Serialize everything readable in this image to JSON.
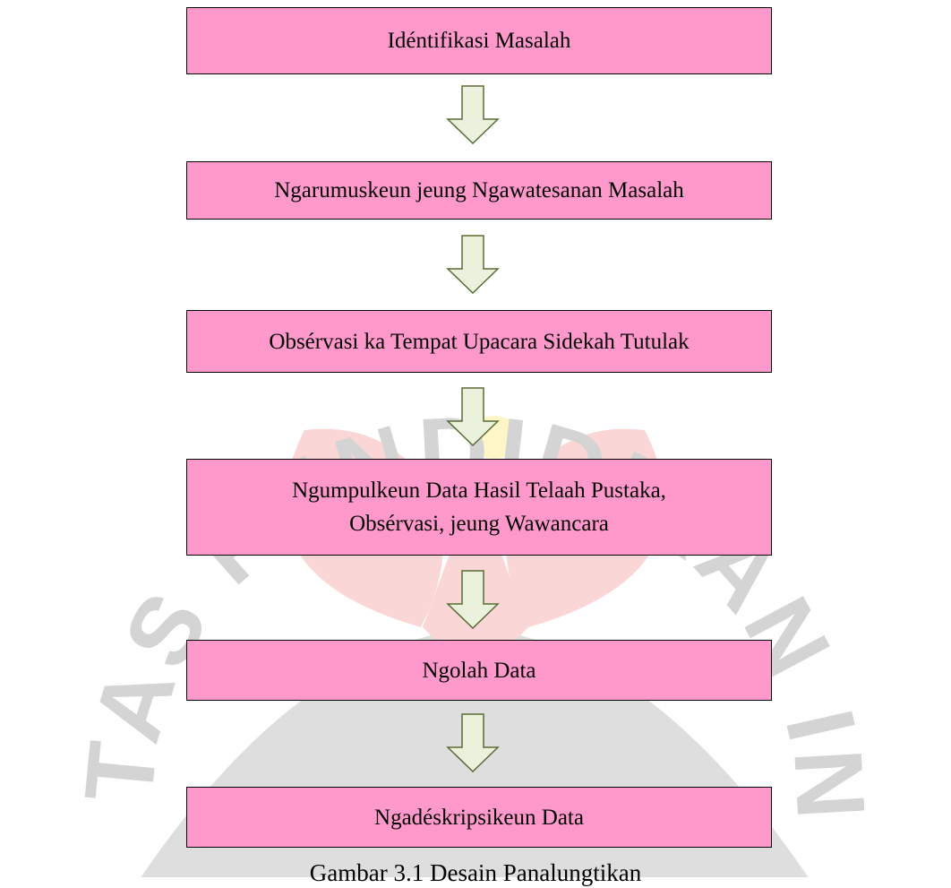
{
  "flowchart": {
    "steps": [
      {
        "label": "Idéntifikasi Masalah"
      },
      {
        "label": "Ngarumuskeun jeung Ngawatesanan Masalah"
      },
      {
        "label": "Obsérvasi ka Tempat Upacara Sidekah Tutulak"
      },
      {
        "label": "Ngumpulkeun Data Hasil Telaah Pustaka,\nObsérvasi, jeung Wawancara"
      },
      {
        "label": "Ngolah Data"
      },
      {
        "label": "Ngadéskripsikeun Data"
      }
    ],
    "caption": "Gambar 3.1 Desain Panalungtikan"
  },
  "colors": {
    "box_fill": "#ff99cc",
    "arrow_fill": "#eaf1dd",
    "arrow_stroke": "#5a6b35"
  },
  "watermark": {
    "text": "UNIVERSITAS PENDIDIKAN INDONESIA"
  }
}
